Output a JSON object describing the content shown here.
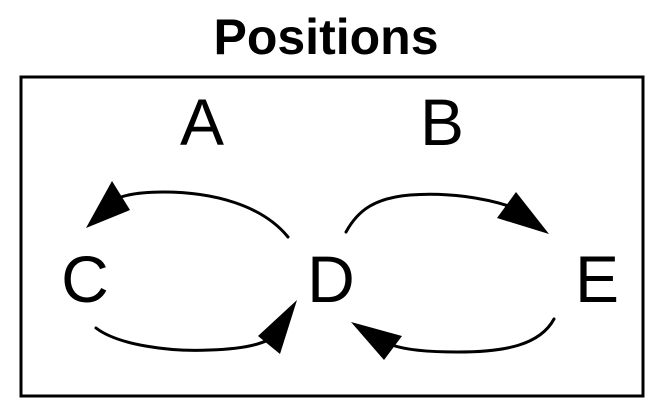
{
  "title": "Positions",
  "nodes": {
    "a": "A",
    "b": "B",
    "c": "C",
    "d": "D",
    "e": "E"
  }
}
